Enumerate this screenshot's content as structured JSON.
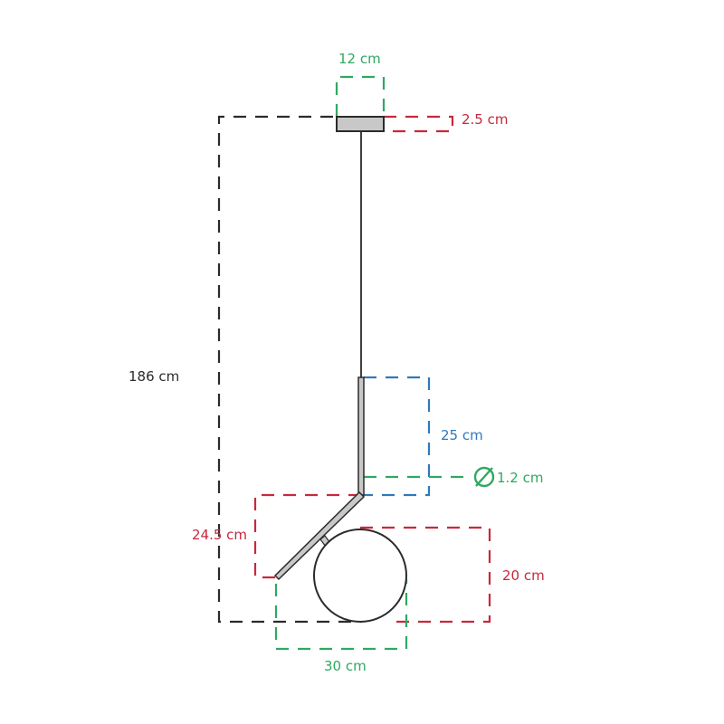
{
  "colors": {
    "outline": "#2b2b2b",
    "metal": "#c8c8c8",
    "green": "#2fa862",
    "red": "#c8283c",
    "blue": "#3078bd"
  },
  "dimensions": {
    "canopy_width": "12 cm",
    "canopy_height": "2.5 cm",
    "total_height": "186 cm",
    "rod_length": "25 cm",
    "rod_diameter": "1.2 cm",
    "arm_drop": "24.5 cm",
    "globe_diameter": "20 cm",
    "total_width": "30 cm"
  },
  "icons": {
    "diameter": "diameter-symbol-icon"
  }
}
